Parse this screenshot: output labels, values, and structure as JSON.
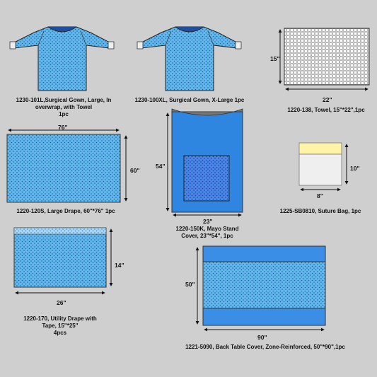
{
  "items": {
    "gown_l": {
      "line1": "1230-101L,Surgical Gown, Large, In",
      "line2": "overwrap, with Towel",
      "line3": "1pc"
    },
    "gown_xl": {
      "line1": "1230-100XL, Surgical Gown, X-Large  1pc"
    },
    "towel": {
      "line1": "1220-138, Towel, 15\"*22\",1pc",
      "dim_h": "15\"",
      "dim_w": "22\""
    },
    "large_drape": {
      "line1": "1220-120S, Large Drape, 60\"*76\" 1pc",
      "dim_w": "76\"",
      "dim_h": "60\""
    },
    "mayo": {
      "line1": "1220-150K, Mayo Stand",
      "line2": "Cover, 23\"*54\", 1pc",
      "dim_h": "54\"",
      "dim_w": "23\""
    },
    "suture_bag": {
      "line1": "1225-SB0810, Suture Bag, 1pc",
      "dim_h": "10\"",
      "dim_w": "8\""
    },
    "utility": {
      "line1": "1220-170, Utility Drape with",
      "line2": "Tape, 15\"*25\"",
      "line3": "4pcs",
      "dim_h": "14\"",
      "dim_w": "26\""
    },
    "back_table": {
      "line1": "1221-5090, Back Table Cover, Zone-Reinforced, 50\"*90\",1pc",
      "dim_h": "50\"",
      "dim_w": "90\""
    }
  },
  "colors": {
    "fabric": "#5fb6ea",
    "fabric_dark": "#2f7fd8",
    "bg": "#cfcfcf",
    "band": "#3a8ee6",
    "tape": "#fff3a8"
  }
}
